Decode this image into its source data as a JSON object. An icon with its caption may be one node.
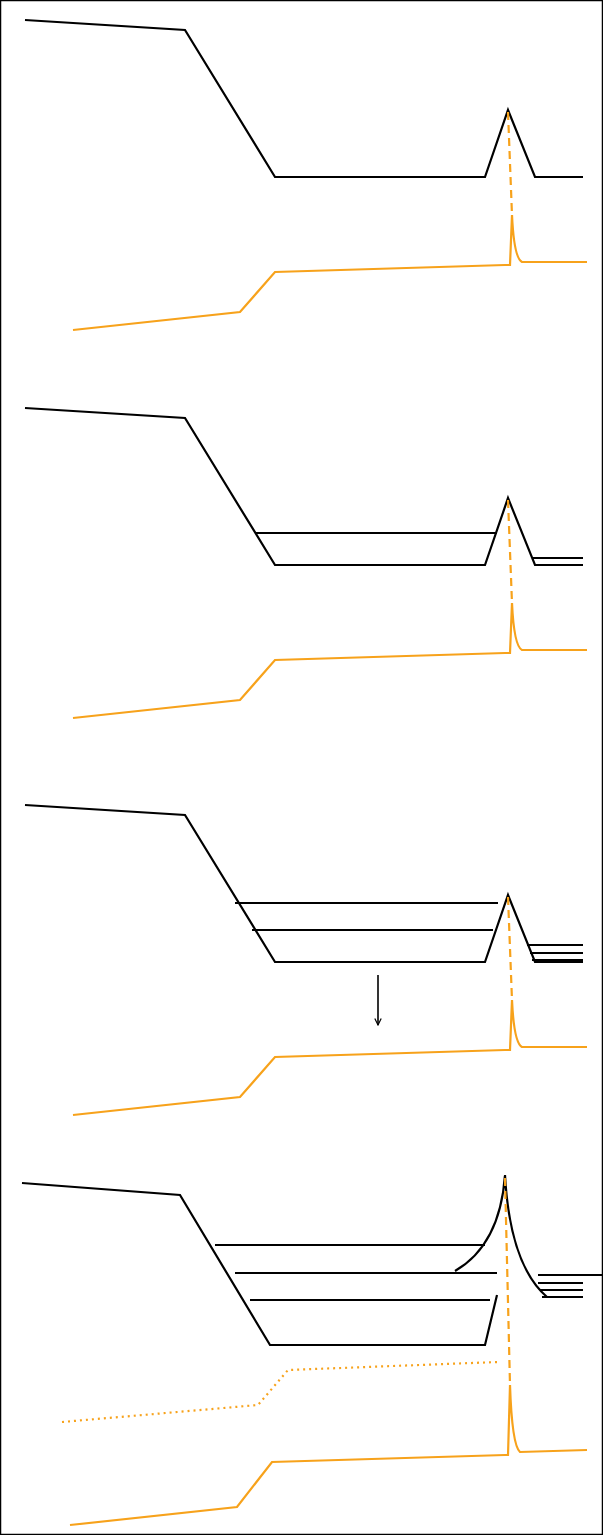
{
  "diagram": {
    "nodes": [
      {
        "text": [],
        "shape": "line"
      },
      {
        "text": [],
        "shape": "line"
      },
      {
        "text": [],
        "shape": "line"
      },
      {
        "text": [],
        "shape": "line"
      },
      {
        "text": [],
        "shape": "line"
      },
      {
        "text": [],
        "shape": "line"
      },
      {
        "text": [],
        "shape": "line"
      },
      {
        "text": [],
        "shape": "line"
      },
      {
        "text": [],
        "shape": "line"
      }
    ],
    "edges": [
      {
        "from": 0,
        "to": 1,
        "arrow": "none",
        "style": "dashed"
      },
      {
        "from": 2,
        "to": 3,
        "arrow": "none",
        "style": "dashed"
      },
      {
        "from": 4,
        "to": 5,
        "arrow": "none",
        "style": "dashed"
      },
      {
        "from": 4,
        "to": 5,
        "arrow": "to",
        "color": "#000000"
      },
      {
        "from": 6,
        "to": 8,
        "arrow": "none",
        "style": "dashed"
      }
    ]
  }
}
